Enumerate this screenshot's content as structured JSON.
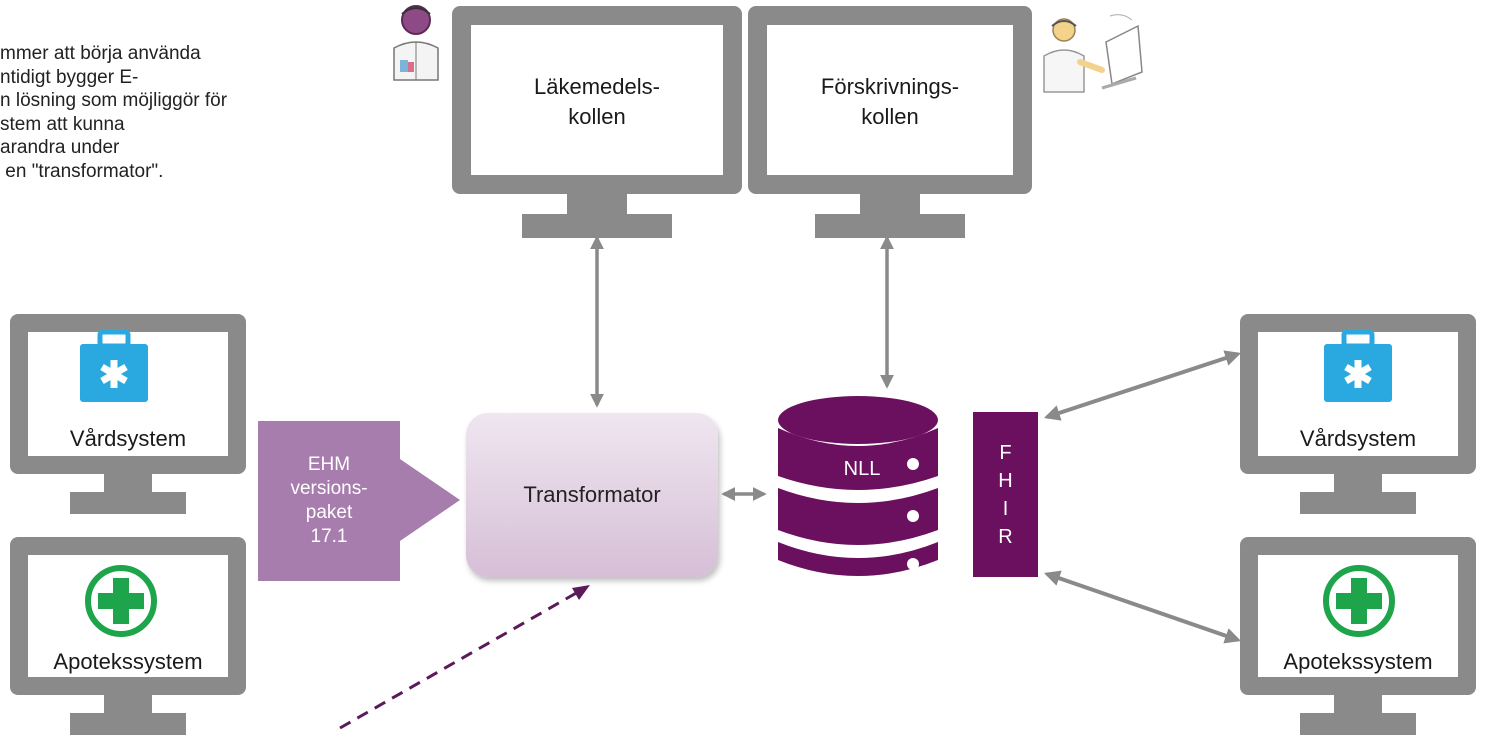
{
  "intro_text": "mmer att börja använda\nntidigt bygger E-\nn lösning som möjliggör för\nstem att kunna\narandra under\n en \"transformator\".",
  "monitors": {
    "lakemedels": "Läkemedels-\nkollen",
    "forskrivnings": "Förskrivnings-\nkollen",
    "vard_left": "Vårdsystem",
    "apotek_left": "Apotekssystem",
    "vard_right": "Vårdsystem",
    "apotek_right": "Apotekssystem"
  },
  "ehm_package": "EHM\nversions-\npaket\n17.1",
  "transformator": "Transformator",
  "database": "NLL",
  "fhir": [
    "F",
    "H",
    "I",
    "R"
  ],
  "colors": {
    "monitor_gray": "#8a8a8a",
    "ehm_purple": "#a77dae",
    "nll_purple": "#6b0f5f",
    "medkit_blue": "#29a9e0",
    "pharmacy_green": "#1ea44a",
    "arrow_gray": "#8a8a8a",
    "dashed_purple": "#5b1a5a"
  },
  "icons": {
    "medkit": "medical-kit-icon",
    "pharmacy": "pharmacy-cross-icon",
    "doctor": "doctor-illustration-icon",
    "pharmacist": "pharmacist-illustration-icon",
    "database": "database-icon"
  }
}
